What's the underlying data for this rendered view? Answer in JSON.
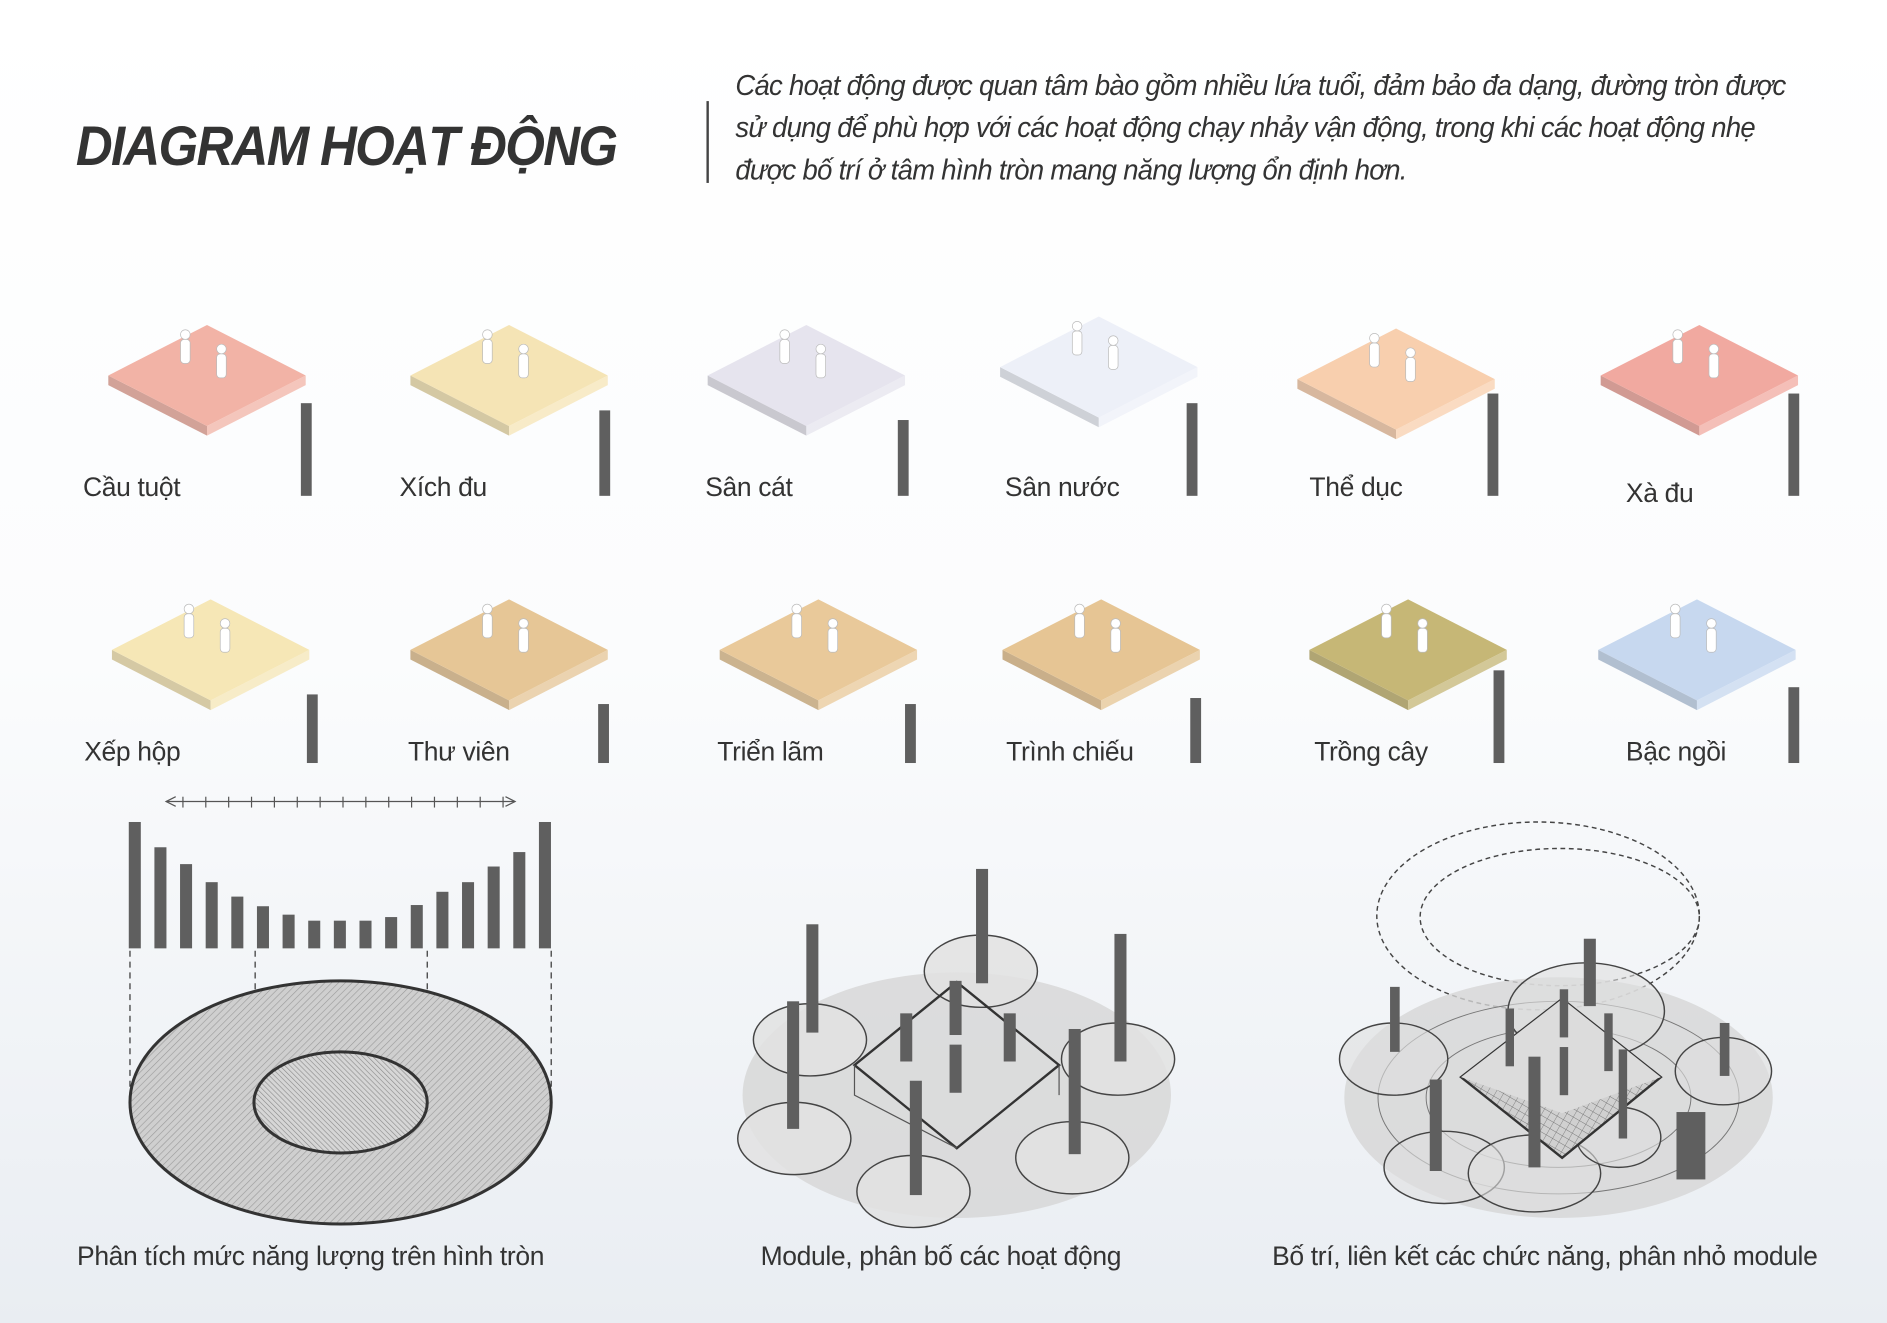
{
  "header": {
    "title": "DIAGRAM HOẠT ĐỘNG",
    "description": "Các hoạt động được quan tâm bào gồm nhiều lứa tuổi, đảm bảo đa dạng, đường tròn được sử dụng để phù hợp với các hoạt động chạy nhảy vận động, trong khi  các hoạt động nhẹ được bố trí ở tâm hình tròn mang năng lượng ổn định hơn."
  },
  "activities": [
    {
      "label": "Cầu tuột",
      "energy": 77,
      "color": "#f2b3a6"
    },
    {
      "label": "Xích đu",
      "energy": 71,
      "color": "#f5e4b5"
    },
    {
      "label": "Sân cát",
      "energy": 63,
      "color": "#e6e4ee"
    },
    {
      "label": "Sân nước",
      "energy": 77,
      "color": "#edf0f8"
    },
    {
      "label": "Thể dục",
      "energy": 85,
      "color": "#f8cfae"
    },
    {
      "label": "Xà đu",
      "energy": 85,
      "color": "#f1a9a0"
    },
    {
      "label": "Xếp hộp",
      "energy": 57,
      "color": "#f6e7b6"
    },
    {
      "label": "Thư viên",
      "energy": 49,
      "color": "#e6c696"
    },
    {
      "label": "Triển lãm",
      "energy": 49,
      "color": "#e9c99a"
    },
    {
      "label": "Trình chiếu",
      "energy": 54,
      "color": "#e6c594"
    },
    {
      "label": "Trồng cây",
      "energy": 77,
      "color": "#c6b776"
    },
    {
      "label": "Bậc ngồi",
      "energy": 63,
      "color": "#c7d8ef"
    }
  ],
  "energy_profile": [
    105,
    84,
    70,
    55,
    43,
    35,
    28,
    23,
    23,
    23,
    26,
    36,
    47,
    55,
    68,
    80,
    105
  ],
  "captions": [
    "Phân tích mức năng lượng trên hình tròn",
    "Module, phân bố các hoạt động",
    "Bố trí, liên kết các chức năng, phân nhỏ module"
  ],
  "colors": {
    "bar": "#5f5f5f",
    "ink": "#333333"
  }
}
